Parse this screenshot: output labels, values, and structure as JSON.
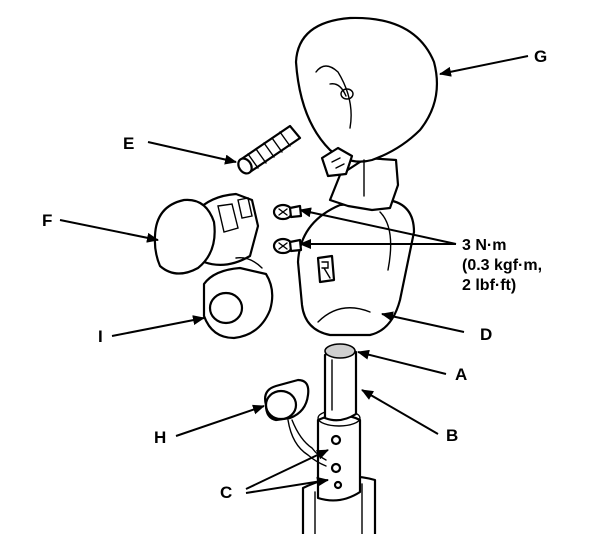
{
  "labels": {
    "A": "A",
    "B": "B",
    "C": "C",
    "D": "D",
    "E": "E",
    "F": "F",
    "G": "G",
    "H": "H",
    "I": "I"
  },
  "torque_spec": {
    "line1": "3 N·m",
    "line2": "(0.3 kgf·m,",
    "line3": "2 lbf·ft)"
  }
}
